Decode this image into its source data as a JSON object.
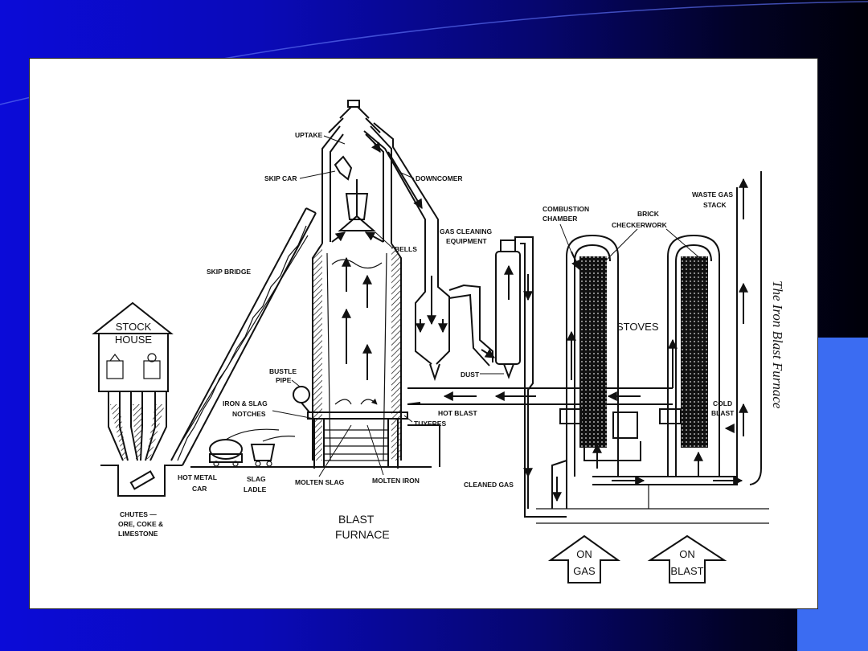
{
  "colors": {
    "background_left": "#0b0bd8",
    "background_right": "#000008",
    "accent_block": "#3b6cf2",
    "panel": "#ffffff",
    "ink": "#111111"
  },
  "caption": "The Iron Blast Furnace",
  "labels": {
    "uptake": "UPTAKE",
    "skip_car": "SKIP CAR",
    "downcomer": "DOWNCOMER",
    "gas_cleaning_1": "GAS CLEANING",
    "gas_cleaning_2": "EQUIPMENT",
    "bells": "BELLS",
    "skip_bridge": "SKIP BRIDGE",
    "combustion_1": "COMBUSTION",
    "combustion_2": "CHAMBER",
    "brick_1": "BRICK",
    "brick_2": "CHECKERWORK",
    "waste_gas_1": "WASTE GAS",
    "waste_gas_2": "STACK",
    "stock_house_1": "STOCK",
    "stock_house_2": "HOUSE",
    "stoves": "STOVES",
    "bustle_pipe_1": "BUSTLE",
    "bustle_pipe_2": "PIPE",
    "dust": "DUST",
    "iron_slag_1": "IRON & SLAG",
    "iron_slag_2": "NOTCHES",
    "hot_blast": "HOT BLAST",
    "tuyeres": "TUYERES",
    "cold_blast_1": "COLD",
    "cold_blast_2": "BLAST",
    "hot_metal_car_1": "HOT METAL",
    "hot_metal_car_2": "CAR",
    "slag_ladle_1": "SLAG",
    "slag_ladle_2": "LADLE",
    "molten_slag": "MOLTEN SLAG",
    "molten_iron": "MOLTEN IRON",
    "cleaned_gas": "CLEANED GAS",
    "chutes_1": "CHUTES —",
    "chutes_2": "ORE, COKE &",
    "chutes_3": "LIMESTONE",
    "blast_furnace_1": "BLAST",
    "blast_furnace_2": "FURNACE",
    "on_gas_1": "ON",
    "on_gas_2": "GAS",
    "on_blast_1": "ON",
    "on_blast_2": "BLAST"
  }
}
